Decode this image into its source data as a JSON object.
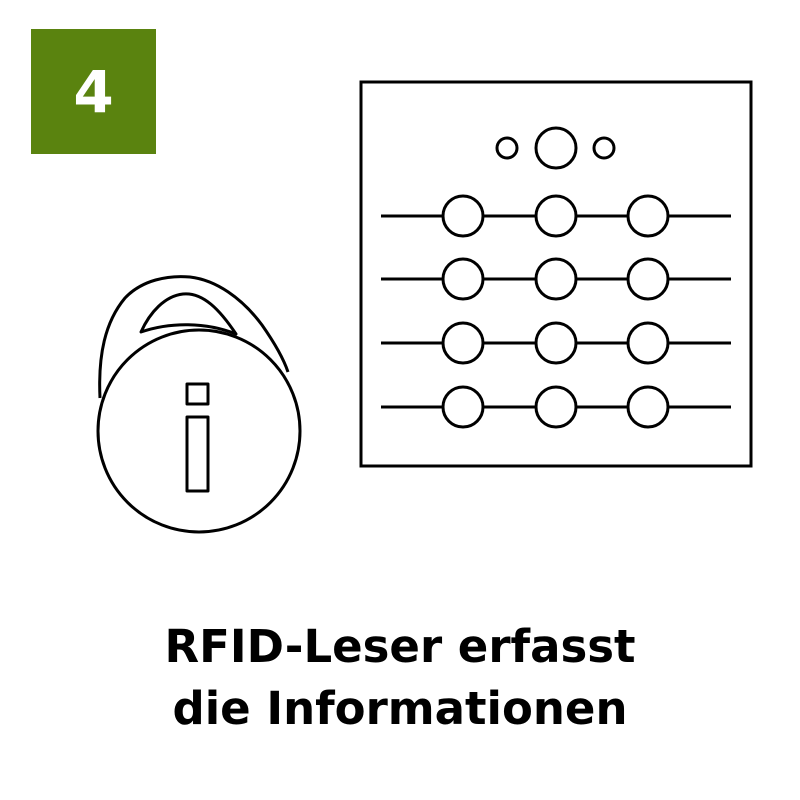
{
  "step": {
    "number": "4",
    "color": "#5a830f"
  },
  "illustration": {
    "tag_icon": "rfid-key-fob-icon",
    "tag_symbol": "info-i-icon",
    "reader_icon": "rfid-reader-panel-icon"
  },
  "caption": {
    "line1": "RFID-Leser erfasst",
    "line2": "die Informationen"
  },
  "colors": {
    "stroke": "#000000",
    "background": "#ffffff"
  }
}
